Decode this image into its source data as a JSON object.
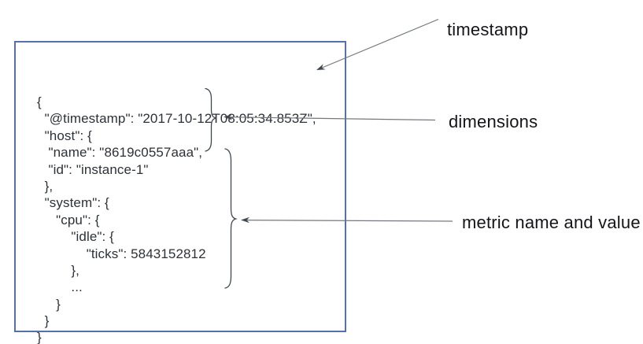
{
  "json_document": {
    "lines": [
      "{",
      "  \"@timestamp\": \"2017-10-12T08:05:34.853Z\",",
      "  \"host\": {",
      "   \"name\": \"8619c0557aaa\",",
      "   \"id\": \"instance-1\"",
      "  },",
      "  \"system\": {",
      "     \"cpu\": {",
      "         \"idle\": {",
      "             \"ticks\": 5843152812",
      "         },",
      "         ...",
      "     }",
      "  }",
      "}"
    ]
  },
  "annotations": {
    "timestamp": {
      "label": "timestamp"
    },
    "dimensions": {
      "label": "dimensions"
    },
    "metric": {
      "label": "metric name and value"
    }
  },
  "colors": {
    "box_border": "#5570ab",
    "code_text": "#2d3138",
    "annotation_line": "#74787e",
    "annotation_dark": "#41464f",
    "label_text": "#141519"
  }
}
